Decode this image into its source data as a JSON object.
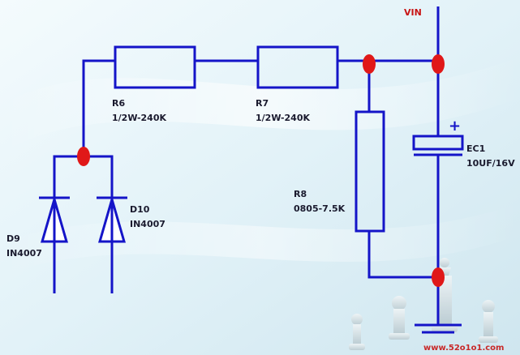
{
  "diagram": {
    "supply": {
      "label": "VIN"
    },
    "components": [
      {
        "ref": "R6",
        "value": "1/2W-240K"
      },
      {
        "ref": "R7",
        "value": "1/2W-240K"
      },
      {
        "ref": "R8",
        "value": "0805-7.5K"
      },
      {
        "ref": "EC1",
        "value": "10UF/16V",
        "polarity": "+"
      },
      {
        "ref": "D9",
        "value": "IN4007"
      },
      {
        "ref": "D10",
        "value": "IN4007"
      }
    ]
  },
  "watermark": {
    "text": "www.52o1o1.com"
  },
  "colors": {
    "wire": "#1414c8",
    "node": "#e01818",
    "vin": "#c81414"
  }
}
